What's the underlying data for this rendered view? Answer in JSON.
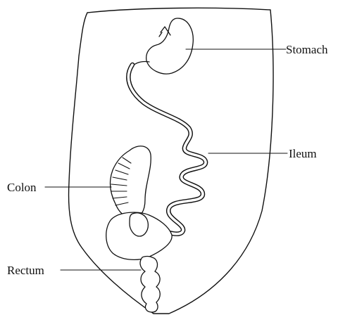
{
  "labels": {
    "stomach": "Stomach",
    "ileum": "Ileum",
    "colon": "Colon",
    "rectum": "Rectum"
  },
  "colors": {
    "ink": "#111111",
    "background": "#ffffff"
  }
}
